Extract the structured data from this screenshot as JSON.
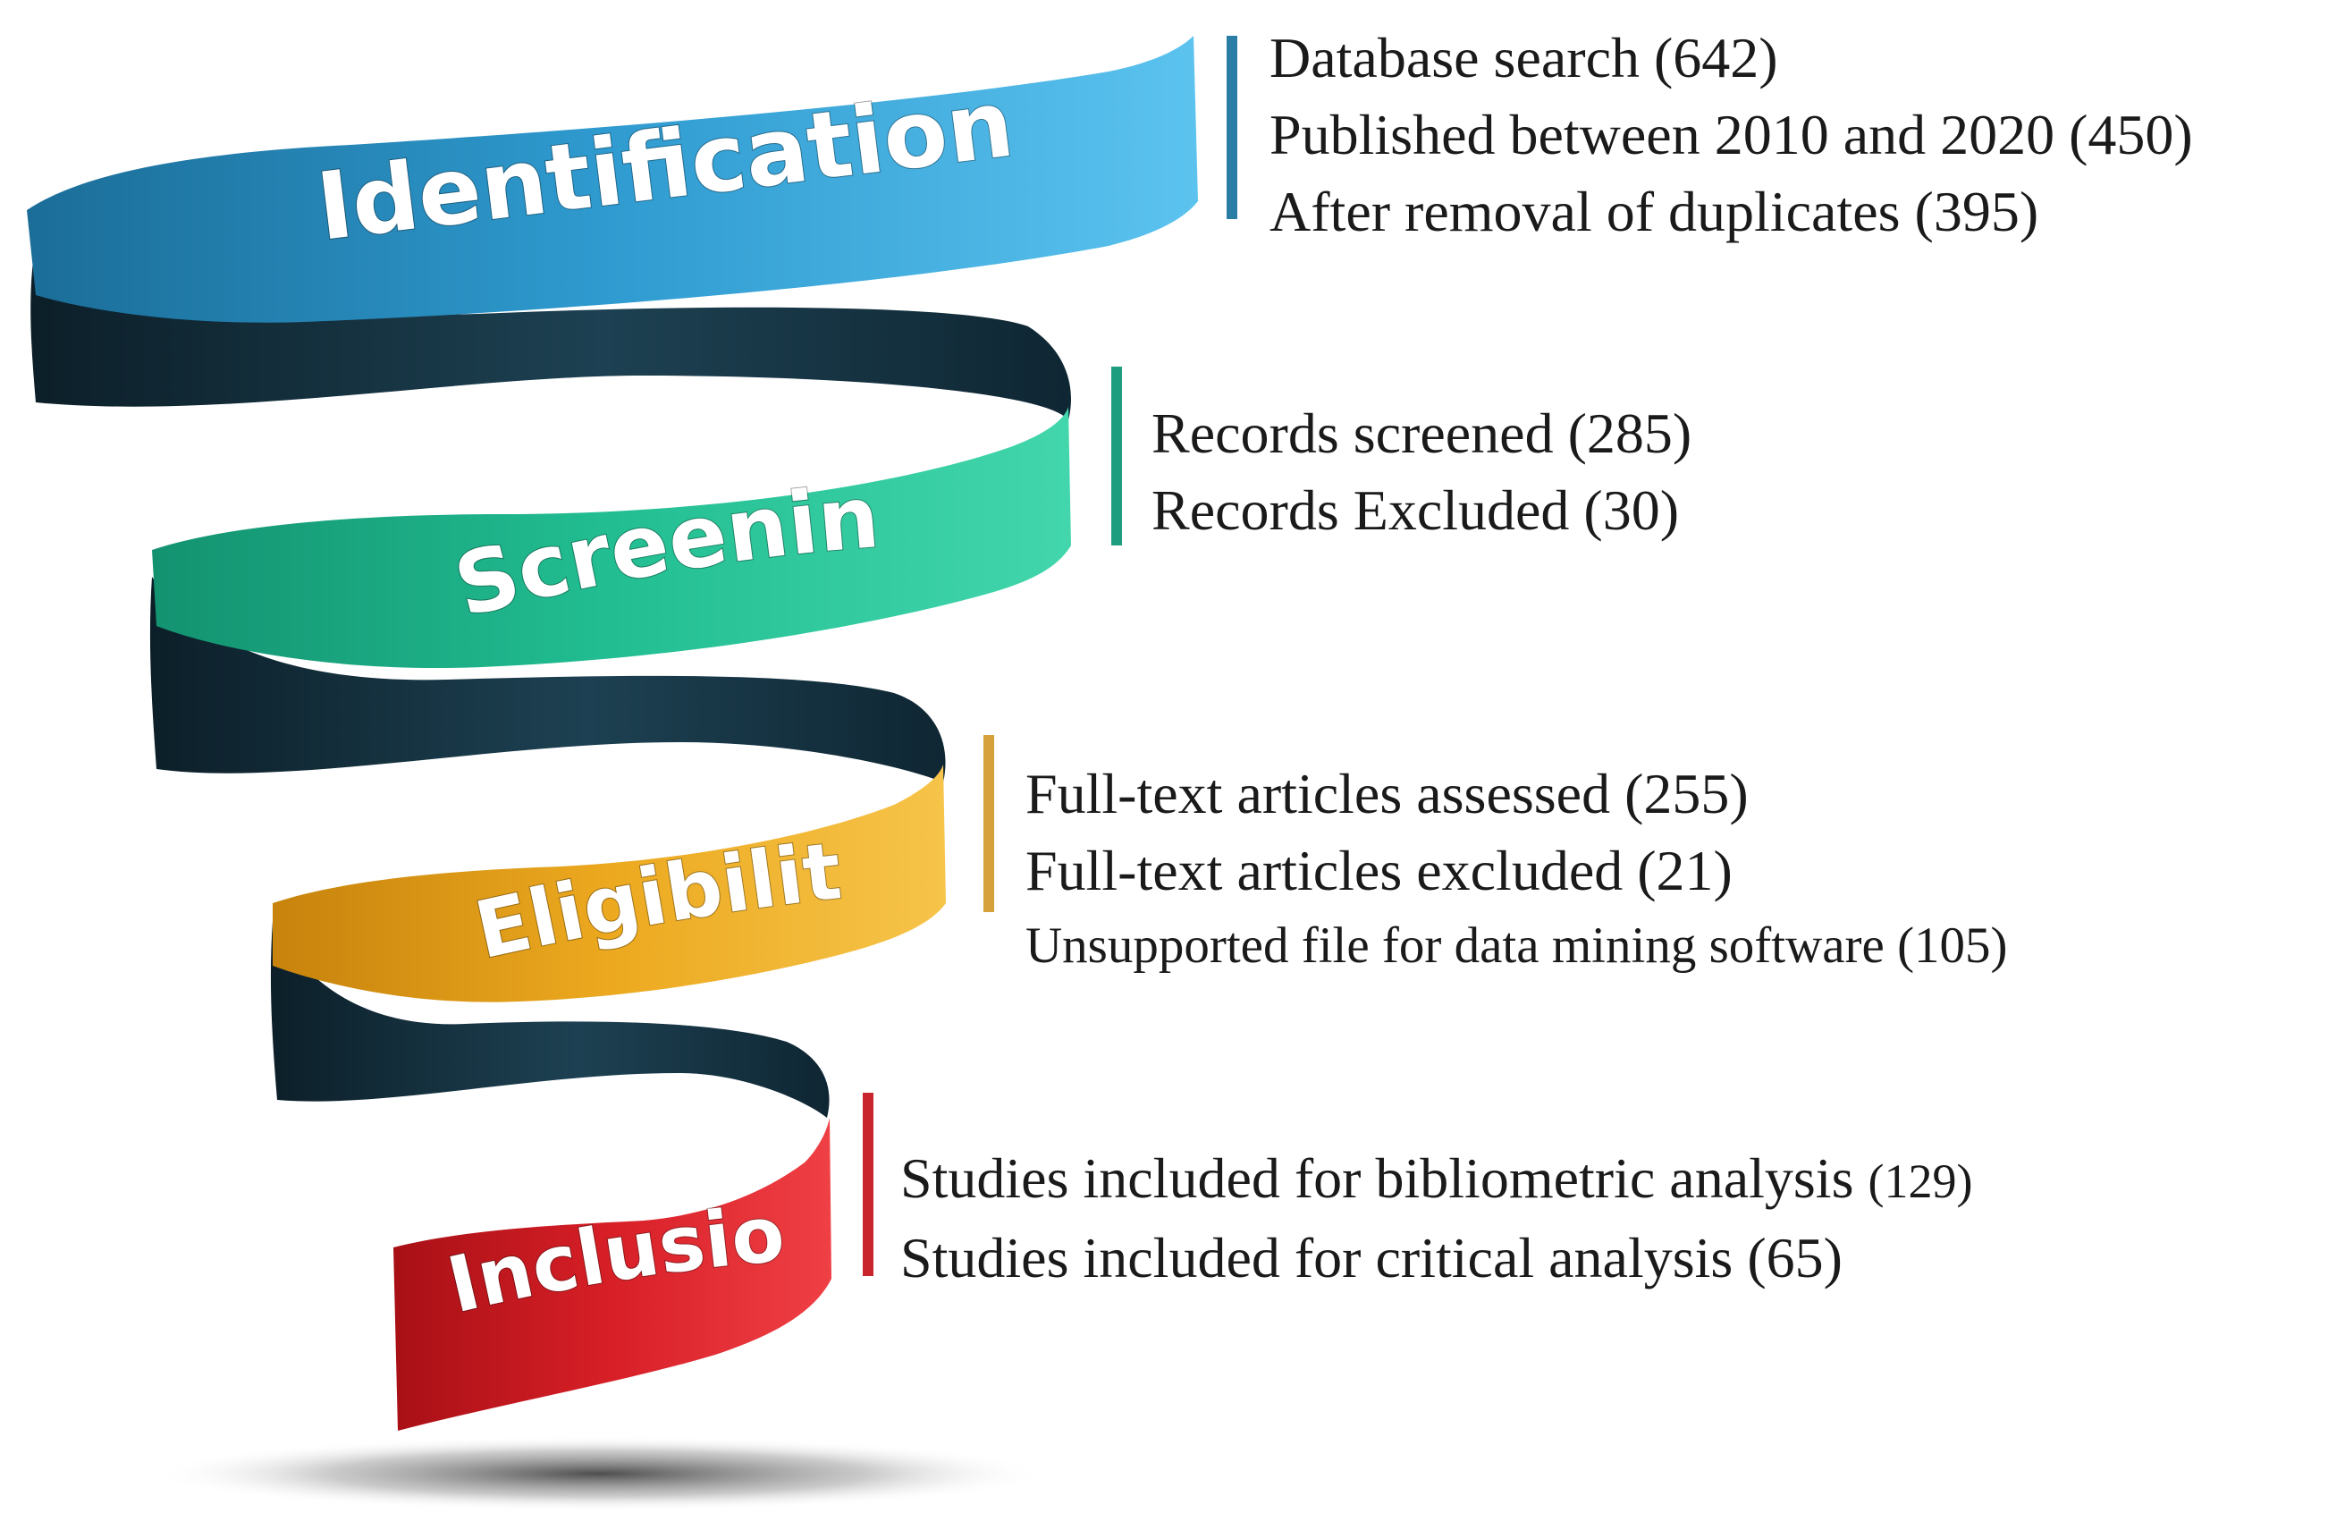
{
  "diagram": {
    "stages": [
      {
        "key": "identification",
        "label": "Identification",
        "color": "#2a8bbf",
        "items": [
          "Database search (642)",
          "Published between 2010 and 2020 (450)",
          "After removal of duplicates (395)"
        ]
      },
      {
        "key": "screening",
        "label": "Screening",
        "color": "#1bb38a",
        "items": [
          "Records screened (285)",
          "Records Excluded (30)"
        ]
      },
      {
        "key": "eligibility",
        "label": "Eligibility",
        "color": "#e0a21c",
        "items": [
          "Full-text articles assessed (255)",
          "Full-text articles excluded (21)",
          "Unsupported file for data mining software (105)"
        ]
      },
      {
        "key": "inclusion",
        "label": "Inclusion",
        "color": "#d61f26",
        "items_text": [
          "Studies included for bibliometric analysis",
          "Studies included for critical analysis (65)"
        ],
        "bibliometric_count": "(129)"
      }
    ],
    "back_color": "#15303e"
  }
}
